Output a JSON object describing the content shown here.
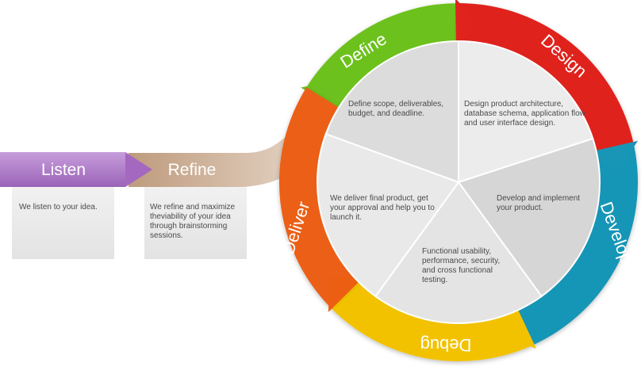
{
  "stages": [
    {
      "id": "listen",
      "title": "Listen",
      "description": "We listen to your idea.",
      "color": "#b07ec9"
    },
    {
      "id": "refine",
      "title": "Refine",
      "description": "We refine and maximize theviability of your idea through brainstorming sessions.",
      "color": "#c9a88e"
    },
    {
      "id": "define",
      "title": "Define",
      "description": "Define scope, deliverables, budget, and deadline.",
      "color": "#6cc11e"
    },
    {
      "id": "design",
      "title": "Design",
      "description": "Design product architecture, database schema, application flow and user interface design.",
      "color": "#e0231c"
    },
    {
      "id": "develop",
      "title": "Develop",
      "description": "Develop and implement your product.",
      "color": "#1996b6"
    },
    {
      "id": "debug",
      "title": "Debug",
      "description": "Functional usability, performance, security, and cross functional testing.",
      "color": "#f2c200"
    },
    {
      "id": "deliver",
      "title": "Deliver",
      "description": "We deliver final product, get your approval and help you to launch it.",
      "color": "#ec5e12"
    }
  ]
}
